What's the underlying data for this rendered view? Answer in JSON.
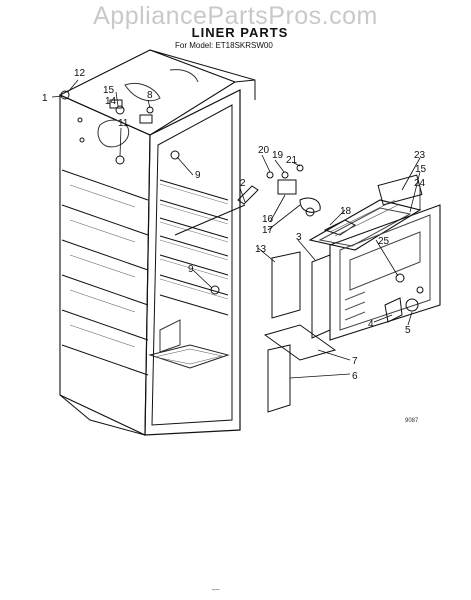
{
  "watermark": "AppliancePartsPros.com",
  "title": "LINER PARTS",
  "model": "For Model: ET18SKRSW00",
  "drawing_code": "9087",
  "footer_mark": "˜’˜˜",
  "callouts": {
    "c1": "1",
    "c2": "2",
    "c3": "3",
    "c4": "4",
    "c5": "5",
    "c6": "6",
    "c7": "7",
    "c8": "8",
    "c9a": "9",
    "c9b": "9",
    "c11": "11",
    "c12": "12",
    "c13": "13",
    "c14": "14",
    "c15a": "15",
    "c15b": "15",
    "c16": "16",
    "c17": "17",
    "c18": "18",
    "c19": "19",
    "c20": "20",
    "c21": "21",
    "c23": "23",
    "c24": "24",
    "c25": "25"
  }
}
